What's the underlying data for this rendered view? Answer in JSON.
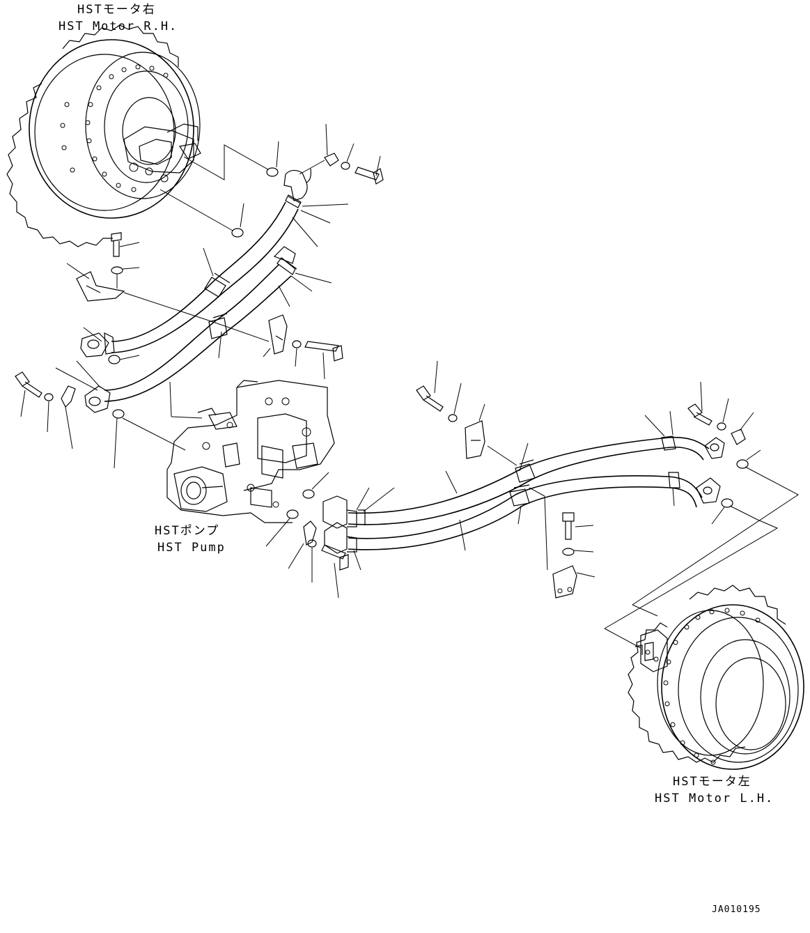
{
  "labels": {
    "motor_rh_jp": "HSTモータ右",
    "motor_rh_en": "HST Motor R.H.",
    "pump_jp": "HSTポンプ",
    "pump_en": "HST Pump",
    "motor_lh_jp": "HSTモータ左",
    "motor_lh_en": "HST Motor L.H.",
    "drawing_no": "JA010195"
  }
}
